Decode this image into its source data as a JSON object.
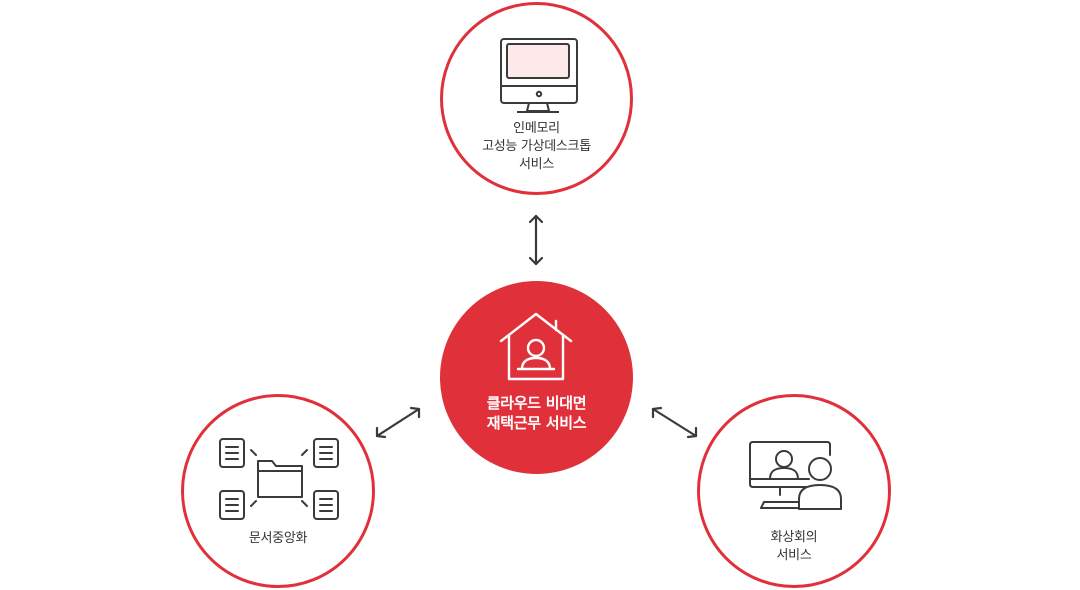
{
  "colors": {
    "accent": "#e0313a",
    "icon": "#3a3a3a",
    "screen_fill": "#fde8ea",
    "text": "#333333"
  },
  "center": {
    "lines": [
      "클라우드 비대면",
      "재택근무 서비스"
    ],
    "icon": "home-user-icon"
  },
  "top": {
    "lines": [
      "인메모리",
      "고성능 가상데스크톱",
      "서비스"
    ],
    "icon": "monitor-icon"
  },
  "left": {
    "lines": [
      "문서중앙화"
    ],
    "icon": "document-centralization-icon"
  },
  "right": {
    "lines": [
      "화상회의",
      "서비스"
    ],
    "icon": "video-conference-icon"
  }
}
